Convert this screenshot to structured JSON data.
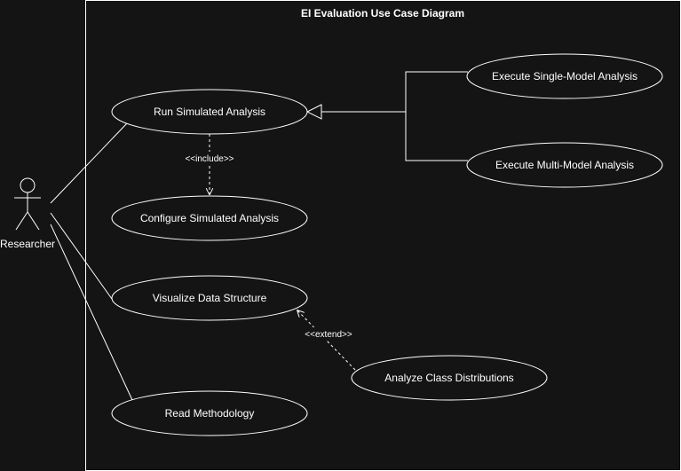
{
  "diagram": {
    "title": "EI Evaluation Use Case Diagram",
    "actor": {
      "name": "Researcher"
    },
    "use_cases": {
      "run_simulated": "Run Simulated Analysis",
      "configure_simulated": "Configure Simulated Analysis",
      "visualize": "Visualize Data Structure",
      "read_methodology": "Read Methodology",
      "single_model": "Execute Single-Model Analysis",
      "multi_model": "Execute Multi-Model Analysis",
      "class_distributions": "Analyze Class Distributions"
    },
    "relations": {
      "include": "<<include>>",
      "extend": "<<extend>>"
    },
    "colors": {
      "background": "#141414",
      "stroke": "#ffffff",
      "text": "#ffffff"
    }
  }
}
